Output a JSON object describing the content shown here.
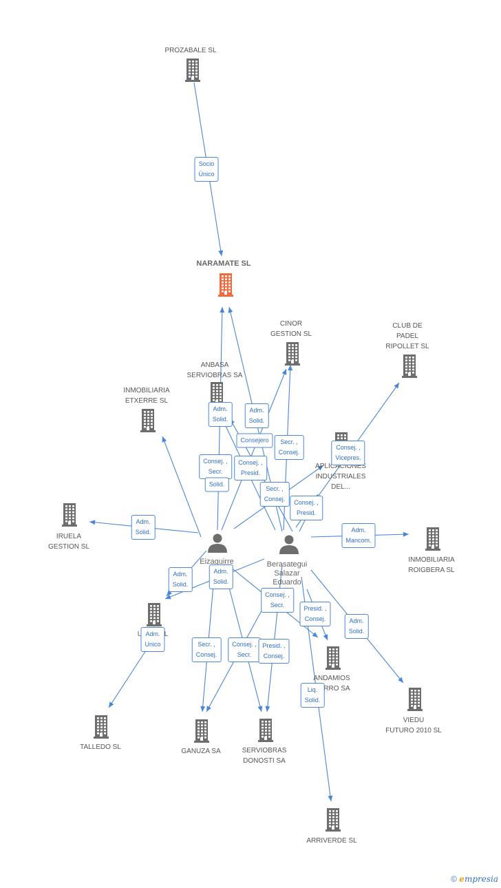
{
  "colors": {
    "edge": "#4a86d8",
    "building": "#6d6d6d",
    "focus": "#f26a3b",
    "person": "#6d6d6d"
  },
  "nodes": [
    {
      "id": "prozabale",
      "type": "company",
      "label": "PROZABALE  SL"
    },
    {
      "id": "naramate",
      "type": "focus",
      "label": "NARAMATE SL"
    },
    {
      "id": "cinor",
      "type": "company",
      "label": "CINOR\nGESTION SL"
    },
    {
      "id": "clubpadel",
      "type": "company",
      "label": "CLUB DE\nPADEL\nRIPOLLET  SL"
    },
    {
      "id": "anbasa",
      "type": "company",
      "label": "ANBASA\nSERVIOBRAS SA"
    },
    {
      "id": "etxerre",
      "type": "company",
      "label": "INMOBILIARIA\nETXERRE SL"
    },
    {
      "id": "aplicaciones",
      "type": "company",
      "label": "APLICACIONES\nINDUSTRIALES\nDEL..."
    },
    {
      "id": "iruela",
      "type": "company",
      "label": "IRUELA\nGESTION SL"
    },
    {
      "id": "roigbera",
      "type": "company",
      "label": "INMOBILIARIA\nROIGBERA SL"
    },
    {
      "id": "eizaguirre",
      "type": "person",
      "label": "Eizaguirre\nC...\nE..."
    },
    {
      "id": "berasategui",
      "type": "person",
      "label": "Berasategui\nSalazar\nEduardo"
    },
    {
      "id": "ure",
      "type": "company",
      "label": "URE...  SL"
    },
    {
      "id": "andamios",
      "type": "company",
      "label": "ANDAMIOS\n...ARRO SA"
    },
    {
      "id": "viedu",
      "type": "company",
      "label": "VIEDU\nFUTURO 2010 SL"
    },
    {
      "id": "talledo",
      "type": "company",
      "label": "TALLEDO SL"
    },
    {
      "id": "ganuza",
      "type": "company",
      "label": "GANUZA SA"
    },
    {
      "id": "serviobras",
      "type": "company",
      "label": "SERVIOBRAS\nDONOSTI SA"
    },
    {
      "id": "arriverde",
      "type": "company",
      "label": "ARRIVERDE SL"
    }
  ],
  "edges": [
    {
      "from": "prozabale",
      "to": "naramate",
      "label": "Socio\nÚnico"
    },
    {
      "from": "eizaguirre",
      "to": "naramate",
      "label": "Adm.\nSolid."
    },
    {
      "from": "berasategui",
      "to": "naramate",
      "label": "Adm.\nSolid."
    },
    {
      "from": "eizaguirre",
      "to": "anbasa",
      "label": "Consejero"
    },
    {
      "from": "berasategui",
      "to": "cinor",
      "label": "Secr. ,\nConsej."
    },
    {
      "from": "eizaguirre",
      "to": "etxerre",
      "label": "Consej. ,\nSecr."
    },
    {
      "from": "berasategui",
      "to": "anbasa",
      "label": "Consej. ,\nPresid."
    },
    {
      "from": "eizaguirre",
      "to": "cinor",
      "label": "Solid."
    },
    {
      "from": "berasategui",
      "to": "clubpadel",
      "label": "Consej. ,\nVicepres."
    },
    {
      "from": "eizaguirre",
      "to": "aplicaciones",
      "label": "Secr. ,\nConsej."
    },
    {
      "from": "berasategui",
      "to": "aplicaciones",
      "label": "Consej. ,\nPresid."
    },
    {
      "from": "eizaguirre",
      "to": "iruela",
      "label": "Adm.\nSolid."
    },
    {
      "from": "berasategui",
      "to": "roigbera",
      "label": "Adm.\nMancom."
    },
    {
      "from": "eizaguirre",
      "to": "ure",
      "label": "Adm.\nSolid."
    },
    {
      "from": "berasategui",
      "to": "ure",
      "label": "Adm.\nSolid."
    },
    {
      "from": "ure",
      "to": "talledo",
      "label": "Adm.\nUnico"
    },
    {
      "from": "eizaguirre",
      "to": "andamios",
      "label": "Consej. ,\nSecr."
    },
    {
      "from": "berasategui",
      "to": "andamios",
      "label": "Presid. ,\nConsej."
    },
    {
      "from": "berasategui",
      "to": "viedu",
      "label": "Adm.\nSolid."
    },
    {
      "from": "eizaguirre",
      "to": "ganuza",
      "label": "Secr. ,\nConsej."
    },
    {
      "from": "berasategui",
      "to": "ganuza",
      "label": "Consej. ,\nSecr."
    },
    {
      "from": "eizaguirre",
      "to": "serviobras",
      "label": "Presid. ,\nConsej."
    },
    {
      "from": "berasategui",
      "to": "serviobras",
      "label": ""
    },
    {
      "from": "berasategui",
      "to": "arriverde",
      "label": "Liq.\nSolid."
    }
  ],
  "footer": {
    "copyright": "©",
    "brand_e": "e",
    "brand_rest": "mpresia"
  }
}
